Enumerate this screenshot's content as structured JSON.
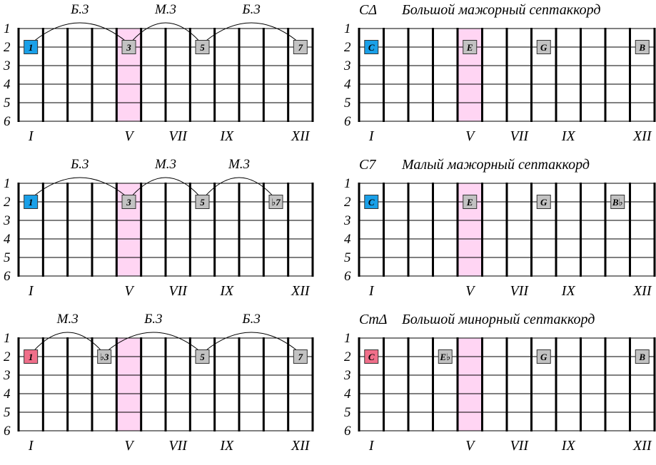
{
  "colors": {
    "root_blue": "#1aa0e8",
    "root_pink": "#f06f8a",
    "marker_gray": "#c2c2c2",
    "highlight": "#ffd5f3"
  },
  "panels": [
    {
      "id": "left-1",
      "highlight_fret": 5,
      "string_labels": [
        "1",
        "2",
        "3",
        "4",
        "5",
        "6"
      ],
      "fret_labels": [
        {
          "fret": 1,
          "text": "I"
        },
        {
          "fret": 5,
          "text": "V"
        },
        {
          "fret": 7,
          "text": "VII"
        },
        {
          "fret": 9,
          "text": "IX"
        },
        {
          "fret": 12,
          "text": "XII"
        }
      ],
      "intervals": [
        {
          "from": 1,
          "to": 5,
          "text": "Б.3"
        },
        {
          "from": 5,
          "to": 8,
          "text": "М.3"
        },
        {
          "from": 8,
          "to": 12,
          "text": "Б.3"
        }
      ],
      "markers": [
        {
          "fret": 1,
          "string": 2,
          "text": "1",
          "style": "root_blue"
        },
        {
          "fret": 5,
          "string": 2,
          "text": "3",
          "style": "gray"
        },
        {
          "fret": 8,
          "string": 2,
          "text": "5",
          "style": "gray"
        },
        {
          "fret": 12,
          "string": 2,
          "text": "7",
          "style": "gray"
        }
      ]
    },
    {
      "id": "right-1",
      "highlight_fret": 5,
      "title_symbol": "CΔ",
      "title_name": "Большой мажорный септаккорд",
      "string_labels": [
        "1",
        "2",
        "3",
        "4",
        "5",
        "6"
      ],
      "fret_labels": [
        {
          "fret": 1,
          "text": "I"
        },
        {
          "fret": 5,
          "text": "V"
        },
        {
          "fret": 7,
          "text": "VII"
        },
        {
          "fret": 9,
          "text": "IX"
        },
        {
          "fret": 12,
          "text": "XII"
        }
      ],
      "markers": [
        {
          "fret": 1,
          "string": 2,
          "text": "C",
          "style": "root_blue"
        },
        {
          "fret": 5,
          "string": 2,
          "text": "E",
          "style": "gray"
        },
        {
          "fret": 8,
          "string": 2,
          "text": "G",
          "style": "gray"
        },
        {
          "fret": 12,
          "string": 2,
          "text": "B",
          "style": "gray"
        }
      ]
    },
    {
      "id": "left-2",
      "highlight_fret": 5,
      "string_labels": [
        "1",
        "2",
        "3",
        "4",
        "5",
        "6"
      ],
      "fret_labels": [
        {
          "fret": 1,
          "text": "I"
        },
        {
          "fret": 5,
          "text": "V"
        },
        {
          "fret": 7,
          "text": "VII"
        },
        {
          "fret": 9,
          "text": "IX"
        },
        {
          "fret": 12,
          "text": "XII"
        }
      ],
      "intervals": [
        {
          "from": 1,
          "to": 5,
          "text": "Б.3"
        },
        {
          "from": 5,
          "to": 8,
          "text": "М.3"
        },
        {
          "from": 8,
          "to": 11,
          "text": "М.3"
        }
      ],
      "markers": [
        {
          "fret": 1,
          "string": 2,
          "text": "1",
          "style": "root_blue"
        },
        {
          "fret": 5,
          "string": 2,
          "text": "3",
          "style": "gray"
        },
        {
          "fret": 8,
          "string": 2,
          "text": "5",
          "style": "gray"
        },
        {
          "fret": 11,
          "string": 2,
          "text": "♭7",
          "style": "gray"
        }
      ]
    },
    {
      "id": "right-2",
      "highlight_fret": 5,
      "title_symbol": "C7",
      "title_name": "Малый мажорный септаккорд",
      "string_labels": [
        "1",
        "2",
        "3",
        "4",
        "5",
        "6"
      ],
      "fret_labels": [
        {
          "fret": 1,
          "text": "I"
        },
        {
          "fret": 5,
          "text": "V"
        },
        {
          "fret": 7,
          "text": "VII"
        },
        {
          "fret": 9,
          "text": "IX"
        },
        {
          "fret": 12,
          "text": "XII"
        }
      ],
      "markers": [
        {
          "fret": 1,
          "string": 2,
          "text": "C",
          "style": "root_blue"
        },
        {
          "fret": 5,
          "string": 2,
          "text": "E",
          "style": "gray"
        },
        {
          "fret": 8,
          "string": 2,
          "text": "G",
          "style": "gray"
        },
        {
          "fret": 11,
          "string": 2,
          "text": "B♭",
          "style": "gray"
        }
      ]
    },
    {
      "id": "left-3",
      "highlight_fret": 5,
      "string_labels": [
        "1",
        "2",
        "3",
        "4",
        "5",
        "6"
      ],
      "fret_labels": [
        {
          "fret": 1,
          "text": "I"
        },
        {
          "fret": 5,
          "text": "V"
        },
        {
          "fret": 7,
          "text": "VII"
        },
        {
          "fret": 9,
          "text": "IX"
        },
        {
          "fret": 12,
          "text": "XII"
        }
      ],
      "intervals": [
        {
          "from": 1,
          "to": 4,
          "text": "М.3"
        },
        {
          "from": 4,
          "to": 8,
          "text": "Б.3"
        },
        {
          "from": 8,
          "to": 12,
          "text": "Б.3"
        }
      ],
      "markers": [
        {
          "fret": 1,
          "string": 2,
          "text": "1",
          "style": "root_pink"
        },
        {
          "fret": 4,
          "string": 2,
          "text": "♭3",
          "style": "gray"
        },
        {
          "fret": 8,
          "string": 2,
          "text": "5",
          "style": "gray"
        },
        {
          "fret": 12,
          "string": 2,
          "text": "7",
          "style": "gray"
        }
      ]
    },
    {
      "id": "right-3",
      "highlight_fret": 5,
      "title_symbol": "CmΔ",
      "title_name": "Большой минорный септаккорд",
      "string_labels": [
        "1",
        "2",
        "3",
        "4",
        "5",
        "6"
      ],
      "fret_labels": [
        {
          "fret": 1,
          "text": "I"
        },
        {
          "fret": 5,
          "text": "V"
        },
        {
          "fret": 7,
          "text": "VII"
        },
        {
          "fret": 9,
          "text": "IX"
        },
        {
          "fret": 12,
          "text": "XII"
        }
      ],
      "markers": [
        {
          "fret": 1,
          "string": 2,
          "text": "C",
          "style": "root_pink"
        },
        {
          "fret": 4,
          "string": 2,
          "text": "E♭",
          "style": "gray"
        },
        {
          "fret": 8,
          "string": 2,
          "text": "G",
          "style": "gray"
        },
        {
          "fret": 12,
          "string": 2,
          "text": "B",
          "style": "gray"
        }
      ]
    }
  ]
}
